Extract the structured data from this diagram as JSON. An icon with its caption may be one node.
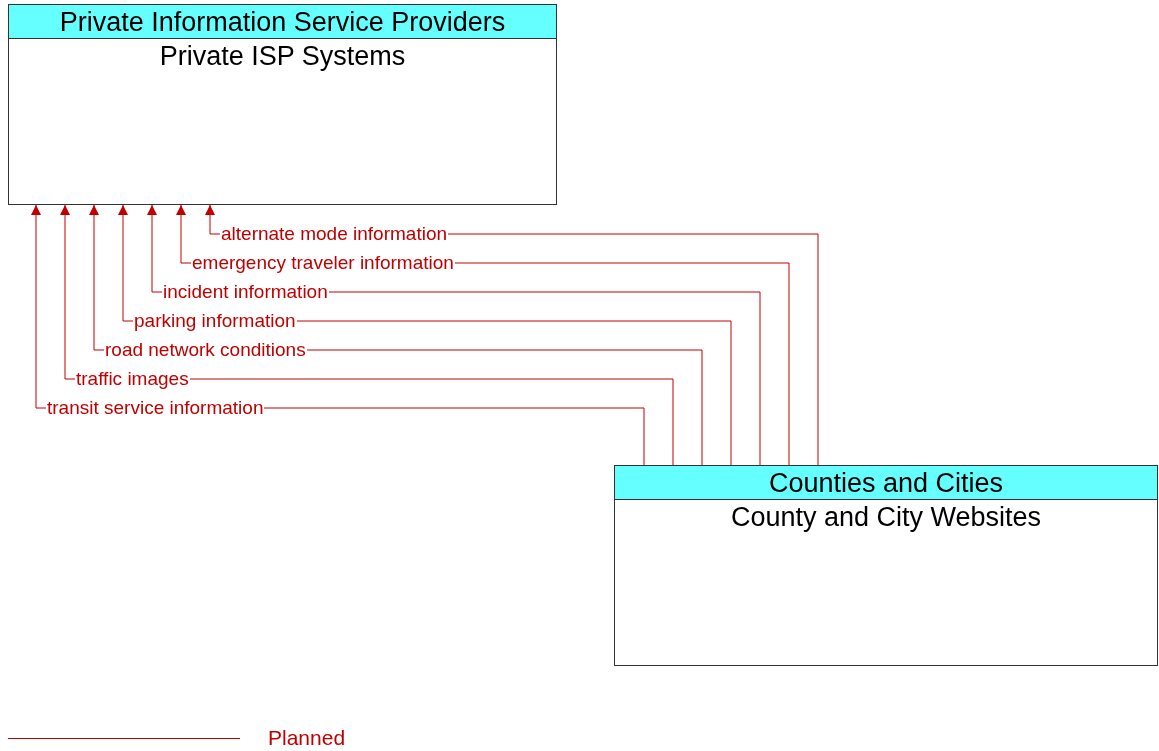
{
  "diagram": {
    "nodes": [
      {
        "text": [
          "Private Information Service Providers",
          "Private ISP Systems"
        ]
      },
      {
        "text": [
          "Counties and Cities",
          "County and City Websites"
        ]
      }
    ],
    "edges": [
      {
        "from": 1,
        "to": 0,
        "arrow": "to",
        "label": "alternate mode information"
      },
      {
        "from": 1,
        "to": 0,
        "arrow": "to",
        "label": "emergency traveler information"
      },
      {
        "from": 1,
        "to": 0,
        "arrow": "to",
        "label": "incident information"
      },
      {
        "from": 1,
        "to": 0,
        "arrow": "to",
        "label": "parking information"
      },
      {
        "from": 1,
        "to": 0,
        "arrow": "to",
        "label": "road network conditions"
      },
      {
        "from": 1,
        "to": 0,
        "arrow": "to",
        "label": "traffic images"
      },
      {
        "from": 1,
        "to": 0,
        "arrow": "to",
        "label": "transit service information"
      }
    ],
    "legend": [
      {
        "text": "Planned"
      }
    ]
  }
}
